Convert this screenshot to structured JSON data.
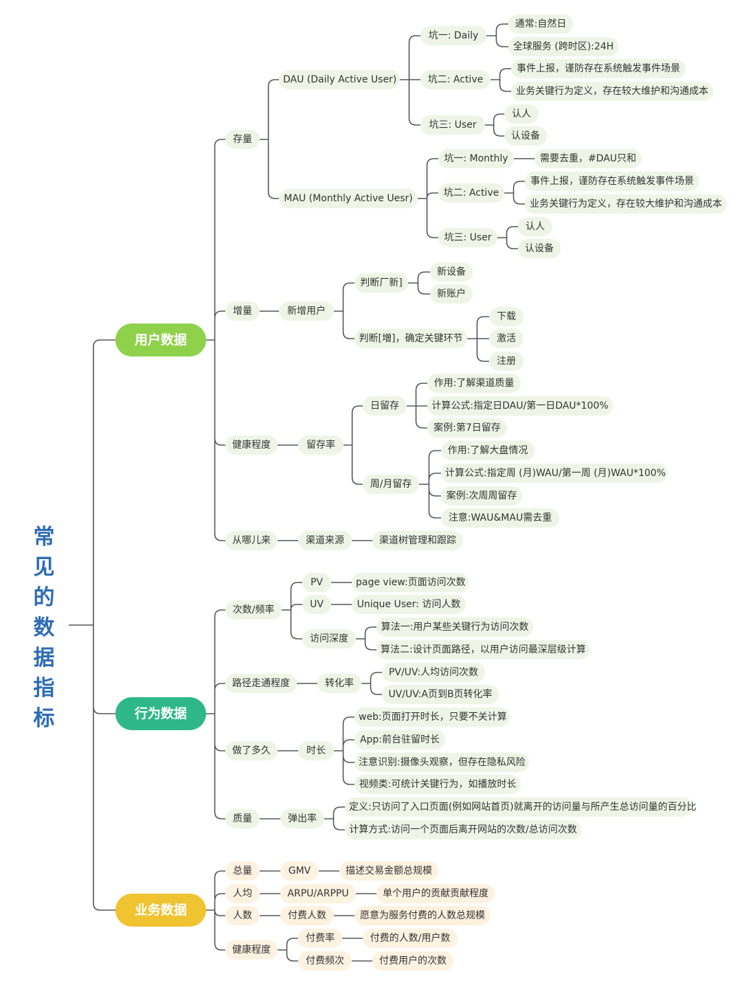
{
  "title_chars": [
    "常",
    "见",
    "的",
    "数",
    "据",
    "指",
    "标"
  ],
  "colors": {
    "title": "#2e6cb5",
    "line": "#555555",
    "user_main": "#8fd14a",
    "behavior_main": "#2eb88a",
    "business_main": "#f0c330",
    "user_bg": "#eef5e6",
    "behavior_bg": "#eef5e6",
    "business_bg": "#fdf1e0"
  },
  "branches": {
    "user": "用户数据",
    "behavior": "行为数据",
    "business": "业务数据"
  },
  "user": {
    "stock": "存量",
    "dau": "DAU (Daily Active User)",
    "dau_p1": "坑一:  Daily",
    "dau_p1_a": "通常:自然日",
    "dau_p1_b": "全球服务 (跨时区):24H",
    "dau_p2": "坑二:  Active",
    "dau_p2_a": "事件上报，谨防存在系统触发事件场景",
    "dau_p2_b": "业务关键行为定义，存在较大维护和沟通成本",
    "dau_p3": "坑三:  User",
    "dau_p3_a": "认人",
    "dau_p3_b": "认设备",
    "mau": "MAU (Monthly Active Uesr)",
    "mau_p1": "坑一: Monthly",
    "mau_p1_a": "需要去重，#DAU只和",
    "mau_p2": "坑二: Active",
    "mau_p2_a": "事件上报，谨防存在系统触发事件场景",
    "mau_p2_b": "业务关键行为定义，存在较大维护和沟通成本",
    "mau_p3": "坑三: User",
    "mau_p3_a": "认人",
    "mau_p3_b": "认设备",
    "incr": "增量",
    "new_user": "新增用户",
    "judge_new": "判断厂新]",
    "new_device": "新设备",
    "new_account": "新账户",
    "judge_incr": "判断[増]，确定关键环节",
    "download": "下载",
    "activate": "激活",
    "register": "注册",
    "health": "健康程度",
    "retention": "留存率",
    "day_ret": "日留存",
    "day_ret_a": "作用:了解渠道质量",
    "day_ret_b": "计算公式:指定日DAU/第一日DAU*100%",
    "day_ret_c": "案例:第7日留存",
    "week_ret": "周/月留存",
    "week_ret_a": "作用:了解大盘情况",
    "week_ret_b": "计算公式:指定周 (月)WAU/第一周 (月)WAU*100%",
    "week_ret_c": "案例:次周周留存",
    "week_ret_d": "注意:WAU&MAU需去重",
    "source": "从哪儿来",
    "channel": "渠道来源",
    "channel_a": "渠道树管理和跟踪"
  },
  "behavior": {
    "freq": "次数/频率",
    "pv": "PV",
    "pv_a": "page view:页面访问次数",
    "uv": "UV",
    "uv_a": "Unique User: 访问人数",
    "depth": "访问深度",
    "depth_a": "算法一:用户某些关键行为访问次数",
    "depth_b": "算法二:设计页面路径，以用户访问最深层级计算",
    "path": "路径走通程度",
    "conv": "转化率",
    "conv_a": "PV/UV:人均访问次数",
    "conv_b": "UV/UV:A页到B页转化率",
    "howlong": "做了多久",
    "duration": "时长",
    "dur_a": "web:页面打开时长，只要不关计算",
    "dur_b": "App:前台驻留时长",
    "dur_c": "注意识别:摄像头观察，但存在隐私风险",
    "dur_d": "视频类:可统计关键行为，如播放时长",
    "quality": "质量",
    "bounce": "弹出率",
    "bounce_a": "定义:只访问了入口页面(例如网站首页)就离开的访问量与所产生总访问量的百分比",
    "bounce_b": "计算方式:访问一个页面后离开网站的次数/总访问次数"
  },
  "business": {
    "total": "总量",
    "gmv": "GMV",
    "gmv_a": "描述交易金额总规模",
    "avg": "人均",
    "arpu": "ARPU/ARPPU",
    "arpu_a": "单个用户的贡献贡献程度",
    "count": "人数",
    "payers": "付费人数",
    "payers_a": "愿意为服务付费的人数总规模",
    "health": "健康程度",
    "payrate": "付费率",
    "payrate_a": "付费的人数/用户数",
    "payfreq": "付费频次",
    "payfreq_a": "付费用户的次数"
  }
}
